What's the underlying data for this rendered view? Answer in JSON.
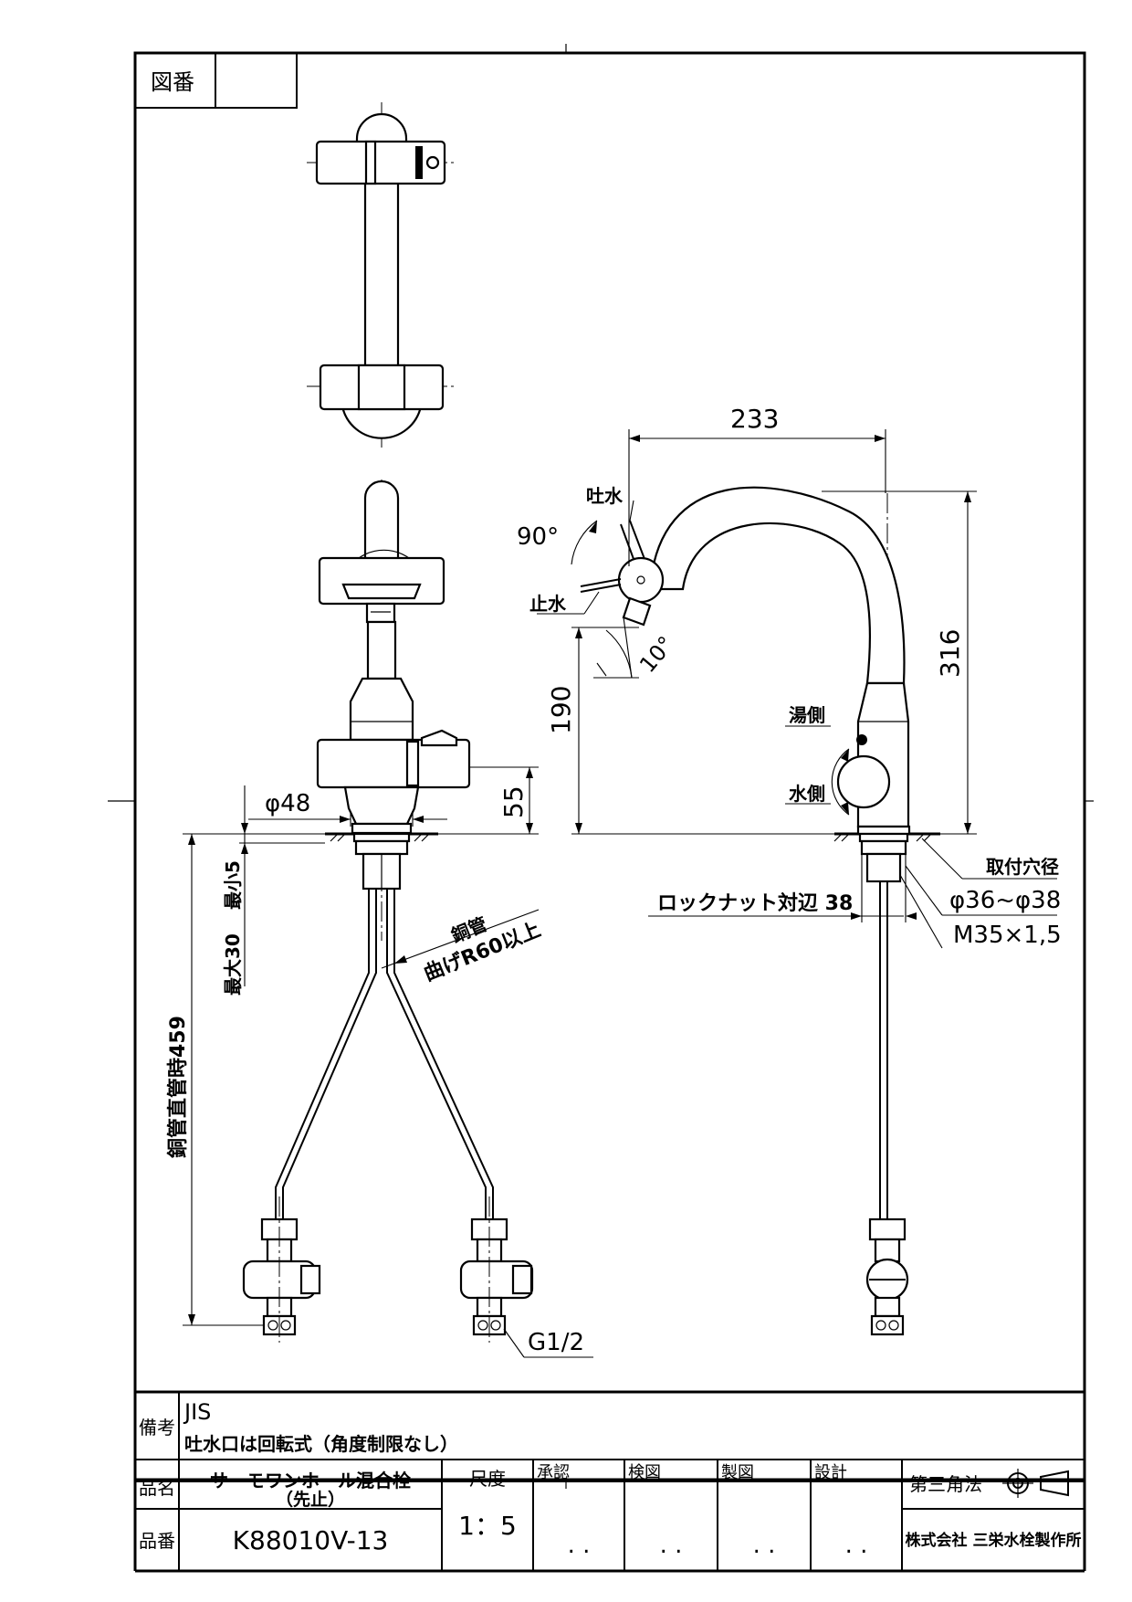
{
  "drawing_number_label": "図番",
  "drawing_number_value": "",
  "dimensions": {
    "spout_reach": "233",
    "spout_height": "316",
    "outlet_height": "190",
    "body_height": "55",
    "body_diameter": "φ48",
    "counter_min": "最小5",
    "counter_max": "最大30",
    "pipe_length": "銅管直管時459",
    "pipe_note_1": "銅管",
    "pipe_note_2": "曲げR60以上",
    "connection_thread": "G1/2",
    "lock_nut": "ロックナット対辺 38",
    "mount_hole_label": "取付穴径",
    "mount_hole_range": "φ36~φ38",
    "mount_thread": "M35×1,5"
  },
  "angles": {
    "rotation": "90°",
    "tilt": "10°"
  },
  "callouts": {
    "outlet_water": "吐水",
    "stop_water": "止水",
    "hot_side": "湯側",
    "cold_side": "水側"
  },
  "title_block": {
    "remarks_label": "備考",
    "remarks_line1": "JIS",
    "remarks_line2": "吐水口は回転式（角度制限なし）",
    "product_name_label": "品名",
    "product_name_line1": "サーモワンホール混合栓",
    "product_name_line2": "（先止）",
    "product_code_label": "品番",
    "product_code": "K88010V-13",
    "scale_label": "尺度",
    "scale_value": "1：5",
    "approval_label": "承認",
    "approval_date": ".  .",
    "check_label": "検図",
    "check_date": ".  .",
    "drafting_label": "製図",
    "drafting_date": ".  .",
    "design_label": "設計",
    "design_date": ".  .",
    "projection_label": "第三角法",
    "company": "株式会社 三栄水栓製作所"
  }
}
